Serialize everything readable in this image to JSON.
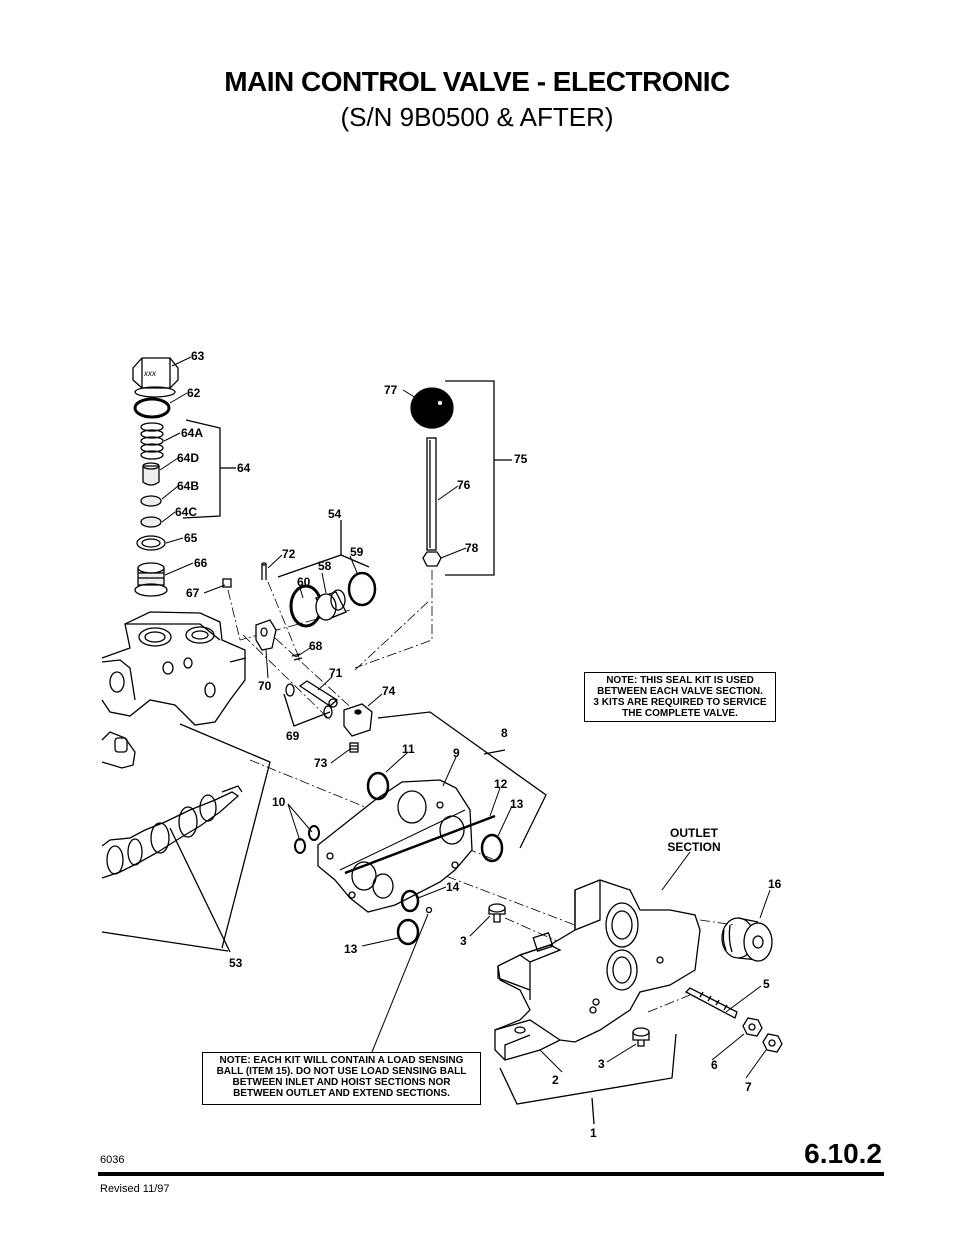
{
  "header": {
    "title": "MAIN CONTROL VALVE - ELECTRONIC",
    "subtitle": "(S/N 9B0500 & AFTER)"
  },
  "callouts": {
    "c63": "63",
    "c62": "62",
    "c64A": "64A",
    "c64D": "64D",
    "c64": "64",
    "c64B": "64B",
    "c64C": "64C",
    "c65": "65",
    "c66": "66",
    "c67": "67",
    "c72": "72",
    "c54": "54",
    "c59": "59",
    "c58": "58",
    "c60": "60",
    "c68": "68",
    "c70": "70",
    "c71": "71",
    "c74": "74",
    "c69": "69",
    "c73": "73",
    "c11": "11",
    "c9": "9",
    "c8": "8",
    "c12": "12",
    "c13a": "13",
    "c10": "10",
    "c14": "14",
    "c13b": "13",
    "c3a": "3",
    "c53": "53",
    "c77": "77",
    "c75": "75",
    "c76": "76",
    "c78": "78",
    "c16": "16",
    "c5": "5",
    "c6": "6",
    "c7": "7",
    "c3b": "3",
    "c2": "2",
    "c1": "1"
  },
  "notes": {
    "seal_kit": [
      "NOTE: THIS SEAL KIT IS USED",
      "BETWEEN EACH VALVE SECTION.",
      "3 KITS ARE REQUIRED TO SERVICE",
      "THE COMPLETE VALVE."
    ],
    "load_sensing": [
      "NOTE: EACH KIT WILL CONTAIN A LOAD SENSING",
      "BALL (ITEM 15). DO NOT USE LOAD SENSING BALL",
      "BETWEEN INLET AND HOIST SECTIONS NOR",
      "BETWEEN OUTLET AND EXTEND SECTIONS."
    ]
  },
  "labels": {
    "outlet_line1": "OUTLET",
    "outlet_line2": "SECTION"
  },
  "footer": {
    "doc_id": "6036",
    "page_number": "6.10.2",
    "revised": "Revised  11/97"
  }
}
